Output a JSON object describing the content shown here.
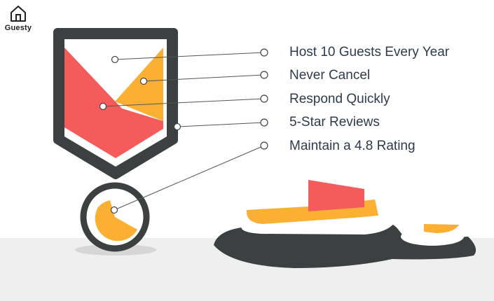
{
  "brand": {
    "name": "Guesty",
    "icon": "house-icon"
  },
  "requirements": [
    {
      "label": "Host 10 Guests Every Year"
    },
    {
      "label": "Never Cancel"
    },
    {
      "label": "Respond Quickly"
    },
    {
      "label": "5-Star Reviews"
    },
    {
      "label": "Maintain a 4.8 Rating"
    }
  ],
  "colors": {
    "red": "#f45b5b",
    "yellow": "#fbb034",
    "dark": "#3d4041",
    "text": "#2f3b4c",
    "line": "#555555",
    "ground": "#eeeeee"
  }
}
